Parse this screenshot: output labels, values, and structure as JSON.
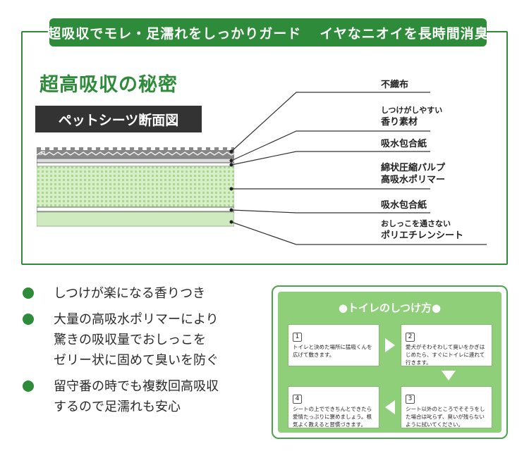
{
  "banner": {
    "left_text": "超吸収でモレ・足濡れをしっかりガード",
    "right_text": "イヤなニオイを長時間消臭"
  },
  "section": {
    "title": "超高吸収の秘密",
    "subtitle": "ペットシーツ断面図"
  },
  "layers": [
    {
      "line1": "不織布",
      "line2": ""
    },
    {
      "line1": "しつけがしやすい",
      "line2": "香り素材"
    },
    {
      "line1": "吸水包合紙",
      "line2": ""
    },
    {
      "line1": "綿状圧縮パルプ",
      "line2": "高吸水ポリマー"
    },
    {
      "line1": "吸水包合紙",
      "line2": ""
    },
    {
      "line1": "おしっこを通さない",
      "line2": "ポリエチレンシート"
    }
  ],
  "features": [
    {
      "text": "しつけが楽になる香りつき"
    },
    {
      "text": "大量の高吸水ポリマーにより\n驚きの吸収量でおしっこを\nゼリー状に固めて臭いを防ぐ"
    },
    {
      "text": "留守番の時でも複数回高吸収\nするので足濡れも安心"
    }
  ],
  "training": {
    "title": "●トイレのしつけ方●",
    "steps": [
      {
        "num": "1",
        "text": "トイレと決めた場所に猛吸くんを広げて敷きます。"
      },
      {
        "num": "2",
        "text": "愛犬がそわそわして臭いをかぎはじめたら、すぐにトイレに連れて行きます。"
      },
      {
        "num": "3",
        "text": "シート以外のところでそそうをした場合は叱らず、臭いが残らないように拭いてください。"
      },
      {
        "num": "4",
        "text": "シートの上でできちんとできたら愛情たっぷりに褒めましょう。根気よく教えると習慣づきます。"
      }
    ]
  },
  "colors": {
    "brand_green": "#2e8b3a",
    "light_green": "#8fcf7a",
    "layer_green": "#cfeabf",
    "dark_gray": "#333333"
  }
}
